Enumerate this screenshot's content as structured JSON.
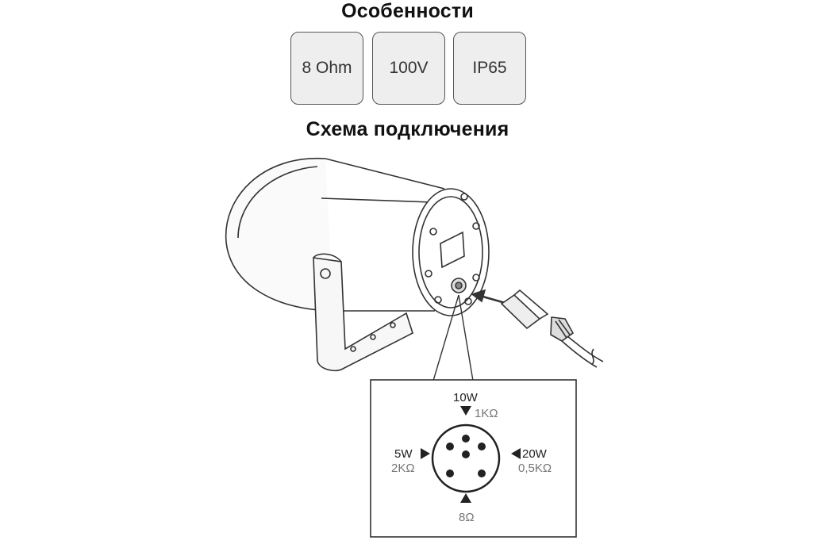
{
  "features": {
    "title": "Особенности",
    "badges": [
      "8 Ohm",
      "100V",
      "IP65"
    ]
  },
  "wiring": {
    "title": "Схема подключения",
    "pins": {
      "top": {
        "power": "10W",
        "impedance": "1KΩ"
      },
      "left": {
        "power": "5W",
        "impedance": "2KΩ"
      },
      "right": {
        "power": "20W",
        "impedance": "0,5KΩ"
      },
      "bottom": {
        "impedance": "8Ω"
      }
    }
  }
}
